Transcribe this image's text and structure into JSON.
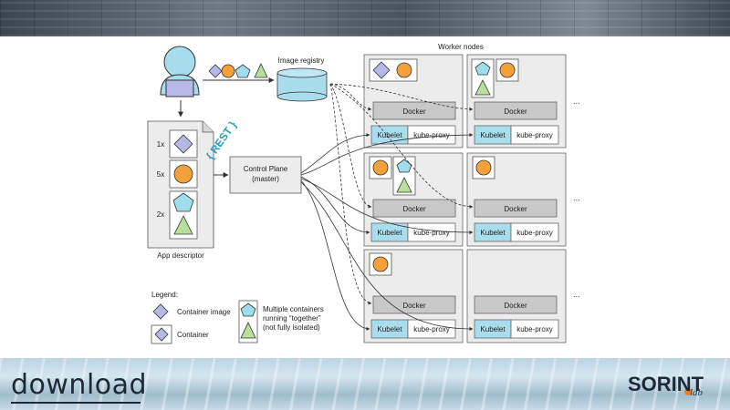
{
  "footer": {
    "brand_left": "download",
    "brand_right": "SORINT",
    "brand_right_suffix": "lab"
  },
  "diagram": {
    "worker_nodes_title": "Worker nodes",
    "image_registry_label": "Image registry",
    "rest_label": "{ REST }",
    "control_plane_line1": "Control Plane",
    "control_plane_line2": "(master)",
    "app_descriptor_label": "App descriptor",
    "counts": [
      "1x",
      "5x",
      "2x"
    ],
    "docker_label": "Docker",
    "kubelet_label": "Kubelet",
    "kube_proxy_label": "kube-proxy",
    "ellipsis": "...",
    "legend": {
      "title": "Legend:",
      "container_image": "Container image",
      "container": "Container",
      "multi_line1": "Multiple containers",
      "multi_line2": "running “together”",
      "multi_line3": "(not fully isolated)"
    }
  },
  "colors": {
    "diamond": "#b6b8e6",
    "circle": "#f4a13c",
    "pentagon": "#9fdcec",
    "triangle": "#b8e09c",
    "kubelet": "#a9dcec",
    "docker": "#c8c8c8",
    "node": "#ececec",
    "person": "#a9dcec"
  }
}
